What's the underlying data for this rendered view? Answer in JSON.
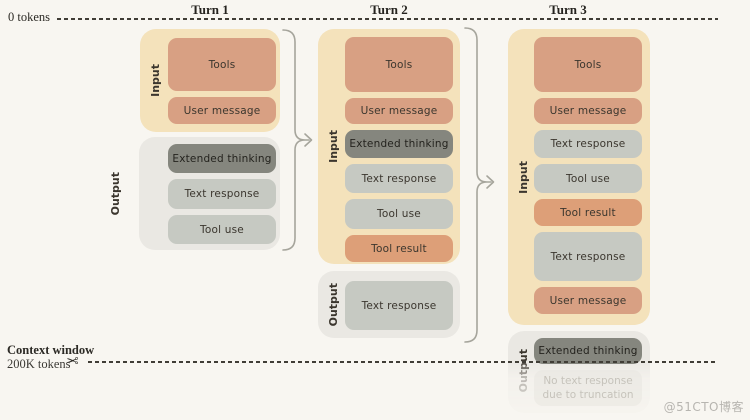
{
  "axis": {
    "top": "0 tokens",
    "bottom_title": "Context window",
    "bottom_sub": "200K tokens",
    "scissors_icon": "✂"
  },
  "labels": {
    "input": "Input",
    "output": "Output"
  },
  "turns": [
    {
      "title": "Turn 1",
      "input_blocks": [
        "Tools",
        "User message"
      ],
      "output_blocks": [
        "Extended thinking",
        "Text response",
        "Tool use"
      ]
    },
    {
      "title": "Turn 2",
      "input_blocks": [
        "Tools",
        "User message",
        "Extended thinking",
        "Text response",
        "Tool use",
        "Tool result"
      ],
      "output_blocks": [
        "Text response"
      ]
    },
    {
      "title": "Turn 3",
      "input_blocks": [
        "Tools",
        "User message",
        "Text response",
        "Tool use",
        "Tool result",
        "Text response",
        "User message"
      ],
      "output_blocks": [
        "Extended thinking"
      ],
      "truncation_note_line1": "No text response",
      "truncation_note_line2": "due to truncation"
    }
  ],
  "watermark": "@51CTO博客",
  "colors": {
    "background": "#f8f6f1",
    "input_group": "#f4e2bb",
    "output_group": "#eae8e3",
    "salmon_block": "#d8a083",
    "tool_result_block": "#dd9f78",
    "gray_block": "#c6c9c2",
    "dark_block": "#85867e",
    "dash_line": "#403d36",
    "bracket": "#a6a59c"
  }
}
